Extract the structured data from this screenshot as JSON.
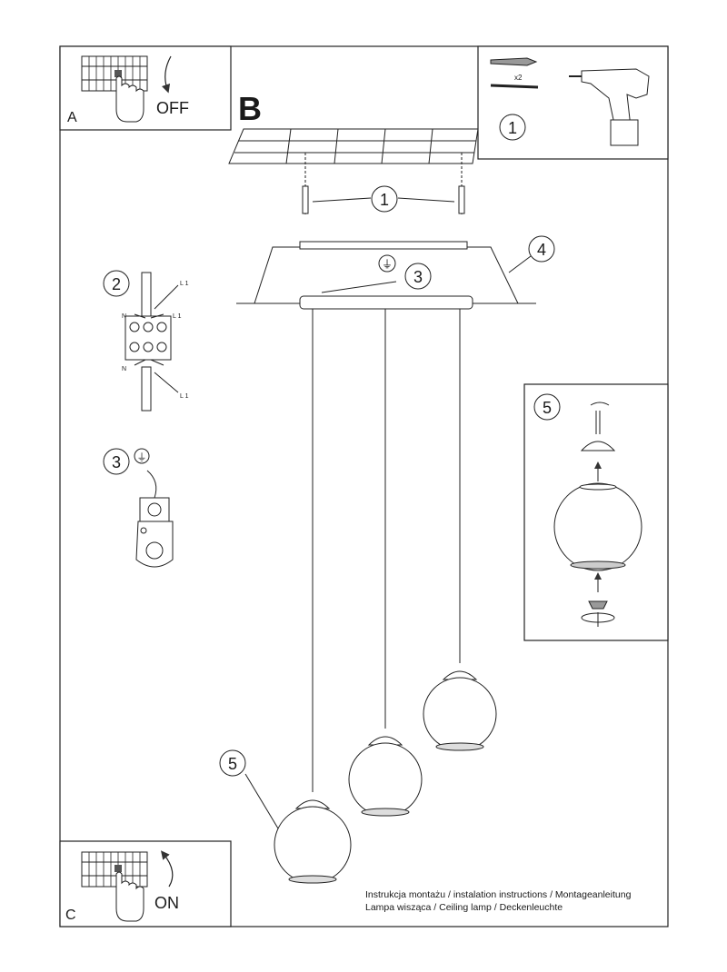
{
  "panels": {
    "a": {
      "letter": "A",
      "switch_text": "OFF"
    },
    "b": {
      "letter": "B"
    },
    "c": {
      "letter": "C",
      "switch_text": "ON"
    }
  },
  "steps": {
    "one": "1",
    "two": "2",
    "three": "3",
    "four": "4",
    "five": "5"
  },
  "tools": {
    "anchor_count": "x2"
  },
  "wiring": {
    "live_label": "L 1",
    "neutral_label": "N",
    "earth_symbol": "⏚"
  },
  "footer": {
    "line1": "Instrukcja montażu / instalation instructions / Montageanleitung",
    "line2": "Lampa wisząca / Ceiling lamp / Deckenleuchte"
  }
}
